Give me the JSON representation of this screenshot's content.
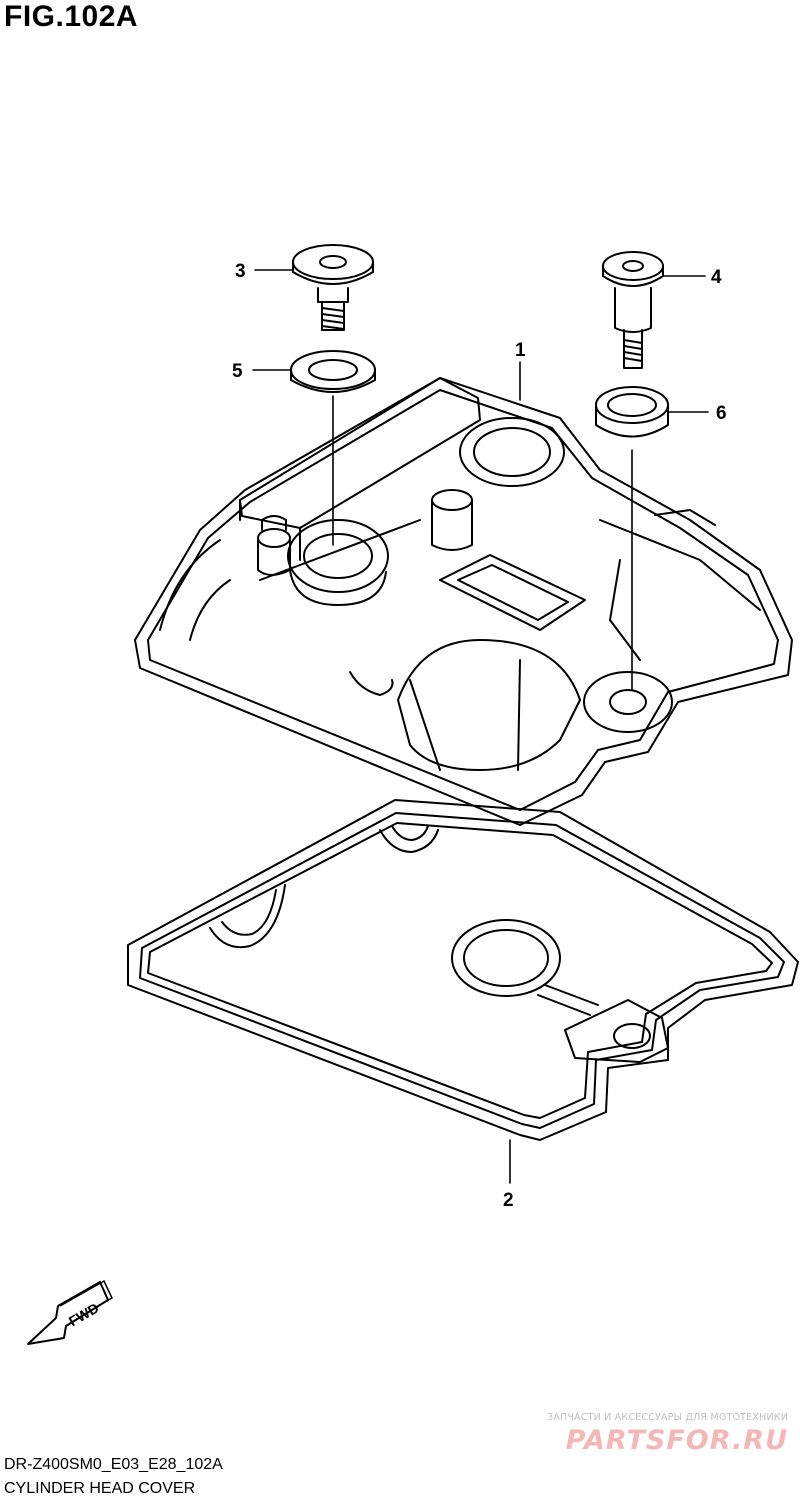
{
  "figure": {
    "title": "FIG.102A"
  },
  "callouts": {
    "c1": "1",
    "c2": "2",
    "c3": "3",
    "c4": "4",
    "c5": "5",
    "c6": "6"
  },
  "fwd_label": "FWD",
  "footer": {
    "model_code": "DR-Z400SM0_E03_E28_102A",
    "figure_name": "CYLINDER HEAD COVER"
  },
  "watermark": {
    "tagline": "ЗАПЧАСТИ И АКСЕССУАРЫ ДЛЯ МОТОТЕХНИКИ",
    "logo": "PARTSFOR.RU"
  }
}
